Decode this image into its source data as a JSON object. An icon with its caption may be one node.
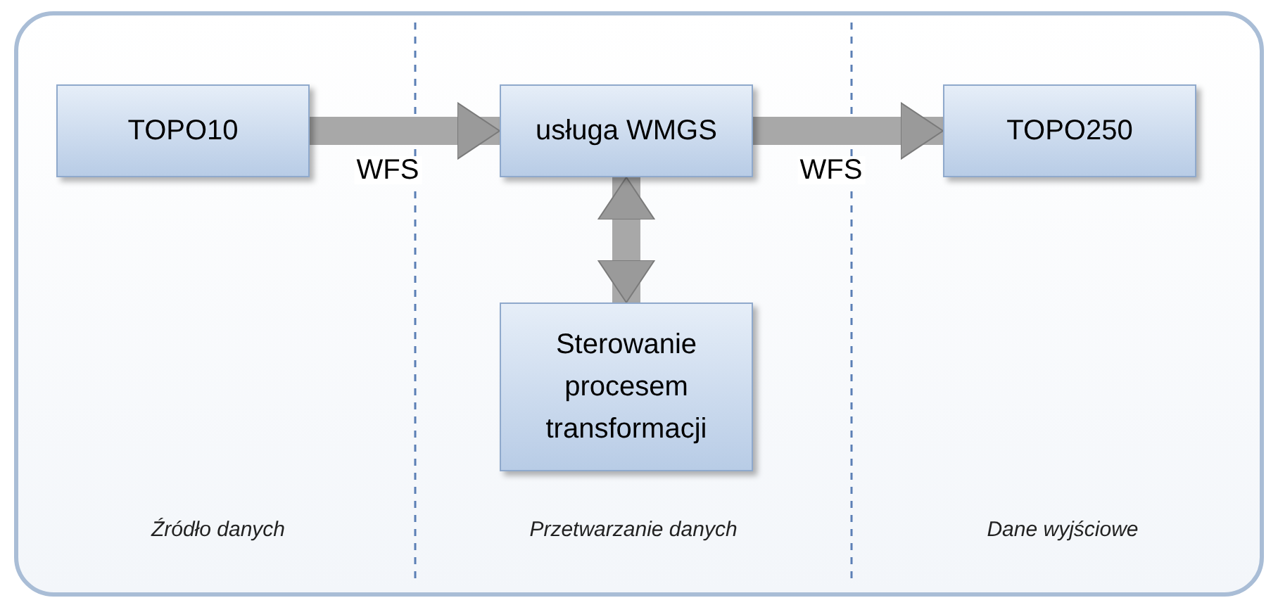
{
  "diagram": {
    "nodes": [
      {
        "text": [
          "TOPO10"
        ]
      },
      {
        "text": [
          "usługa WMGS"
        ]
      },
      {
        "text": [
          "TOPO250"
        ]
      },
      {
        "text": [
          "Sterowanie procesem transformacji"
        ]
      }
    ],
    "edges": [
      {
        "from": 0,
        "to": 1,
        "arrow": "to",
        "label": "WFS"
      },
      {
        "from": 1,
        "to": 2,
        "arrow": "to",
        "label": "WFS"
      },
      {
        "from": 1,
        "to": 3,
        "arrow": "both"
      }
    ],
    "labels": [
      "Źródło danych",
      "Przetwarzanie danych",
      "Dane wyjściowe"
    ]
  }
}
